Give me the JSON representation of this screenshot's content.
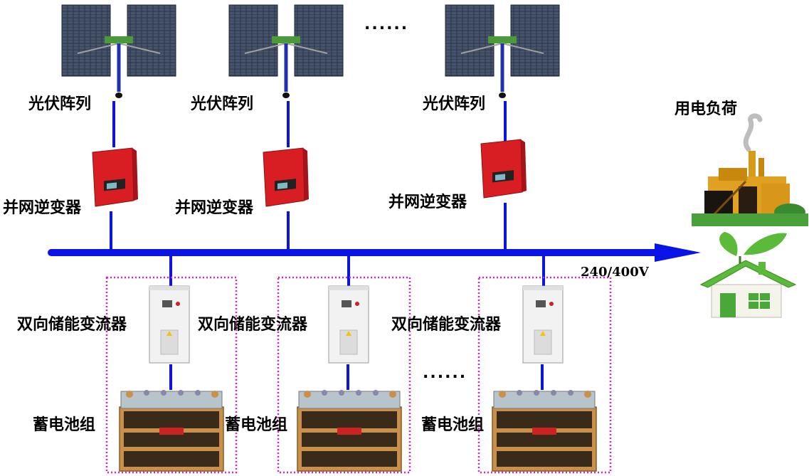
{
  "labels": {
    "pv_array": "光伏阵列",
    "grid_inverter": "并网逆变器",
    "bidirectional_converter": "双向储能变流器",
    "battery_bank": "蓄电池组",
    "load": "用电负荷",
    "bus_voltage": "240/400V",
    "ellipsis": "......"
  },
  "colors": {
    "bus": "#0a14e6",
    "dotted_box": "#e020d0",
    "inverter": "#d81e22",
    "panel": "#2e3a50",
    "factory": "#e0a020",
    "house_roof": "#5cba3a"
  }
}
